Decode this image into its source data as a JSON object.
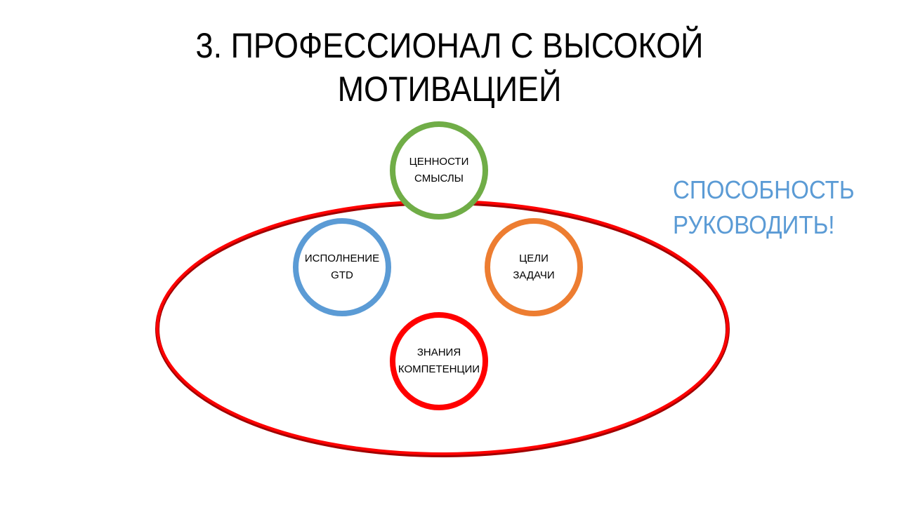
{
  "slide": {
    "title_lines": [
      "3. ПРОФЕССИОНАЛ С ВЫСОКОЙ",
      "МОТИВАЦИЕЙ"
    ],
    "side_note_lines": [
      "СПОСОБНОСТЬ",
      "РУКОВОДИТЬ!"
    ],
    "side_note_color": "#5b9bd5"
  },
  "diagram": {
    "ellipse": {
      "color": "#ff0000",
      "shadow_color": "#8b0000"
    },
    "nodes": [
      {
        "id": "values",
        "lines": [
          "ЦЕННОСТИ",
          "СМЫСЛЫ"
        ],
        "color": "#70ad47"
      },
      {
        "id": "execution",
        "lines": [
          "ИСПОЛНЕНИЕ",
          "GTD"
        ],
        "color": "#5b9bd5"
      },
      {
        "id": "goals",
        "lines": [
          "ЦЕЛИ",
          "ЗАДАЧИ"
        ],
        "color": "#ed7d31"
      },
      {
        "id": "knowledge",
        "lines": [
          "ЗНАНИЯ",
          "КОМПЕТЕНЦИИ"
        ],
        "color": "#ff0000"
      }
    ]
  }
}
